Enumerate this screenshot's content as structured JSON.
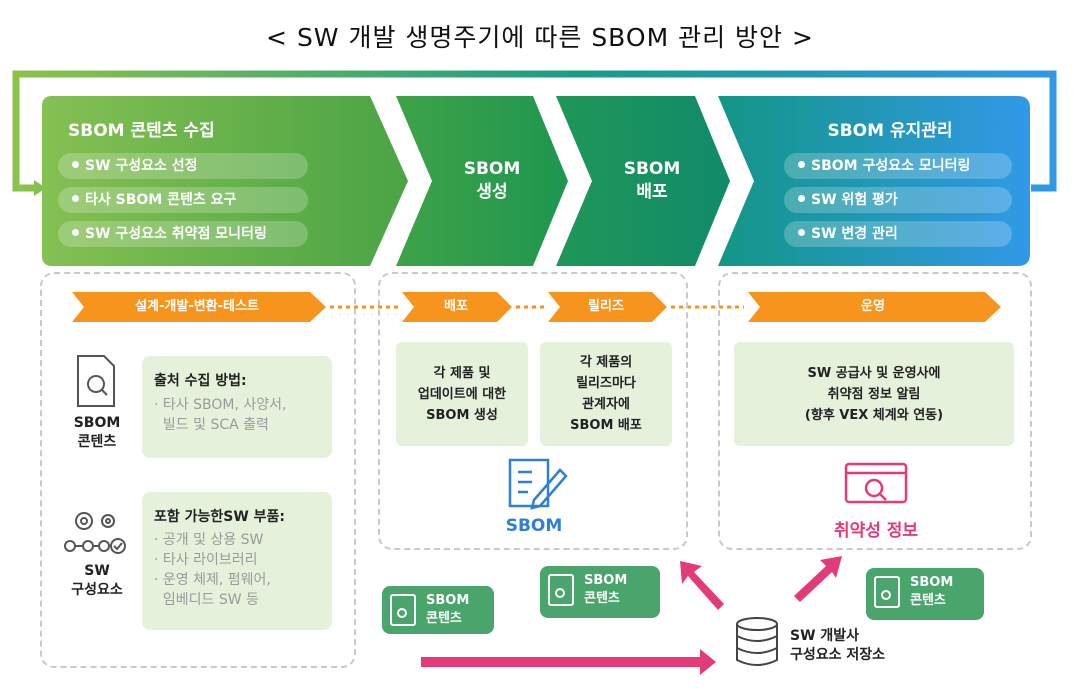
{
  "title": "< SW 개발 생명주기에 따른 SBOM 관리 방안 >",
  "stages": [
    {
      "title": "SBOM 콘텐츠 수집",
      "items": [
        "SW 구성요소 선정",
        "타사 SBOM 콘텐츠 요구",
        "SW 구성요소 취약점 모니터링"
      ]
    },
    {
      "title": "SBOM\n생성"
    },
    {
      "title": "SBOM\n배포"
    },
    {
      "title": "SBOM 유지관리",
      "items": [
        "SBOM 구성요소 모니터링",
        "SW 위험 평가",
        "SW 변경 관리"
      ]
    }
  ],
  "phases": [
    "설계-개발-변환-테스트",
    "배포",
    "릴리즈",
    "운영"
  ],
  "left_panel": {
    "sbom_label": "SBOM\n콘텐츠",
    "sw_label": "SW\n구성요소",
    "box1": {
      "heading": "출처 수집 방법:",
      "lines": [
        "· 타사 SBOM, 사양서,",
        "  빌드 및 SCA 출력"
      ]
    },
    "box2": {
      "heading": "포함 가능한SW 부품:",
      "lines": [
        "· 공개 및 상용 SW",
        "· 타사 라이브러리",
        "· 운영 체제, 펌웨어,",
        "  임베디드 SW 등"
      ]
    }
  },
  "middle_panel": {
    "box_deploy": "각 제품 및\n업데이트에 대한\nSBOM 생성",
    "box_release": "각 제품의\n릴리즈마다\n관계자에\nSBOM 배포",
    "doc_label": "SBOM"
  },
  "right_panel": {
    "box_ops": "SW 공급사 및 운영사에\n취약점 정보 알림\n(향후 VEX 체계와 연동)",
    "vuln_label": "취약성 정보"
  },
  "callouts": [
    "SBOM\n콘텐츠",
    "SBOM\n콘텐츠",
    "SBOM\n콘텐츠"
  ],
  "repository": "SW 개발사\n구성요소 저장소",
  "colors": {
    "green": "#52ad45",
    "teal": "#1a9a86",
    "blue": "#3096e8",
    "orange": "#f7941d",
    "pink": "#e33b7a",
    "light_green": "#e6f1dc"
  }
}
